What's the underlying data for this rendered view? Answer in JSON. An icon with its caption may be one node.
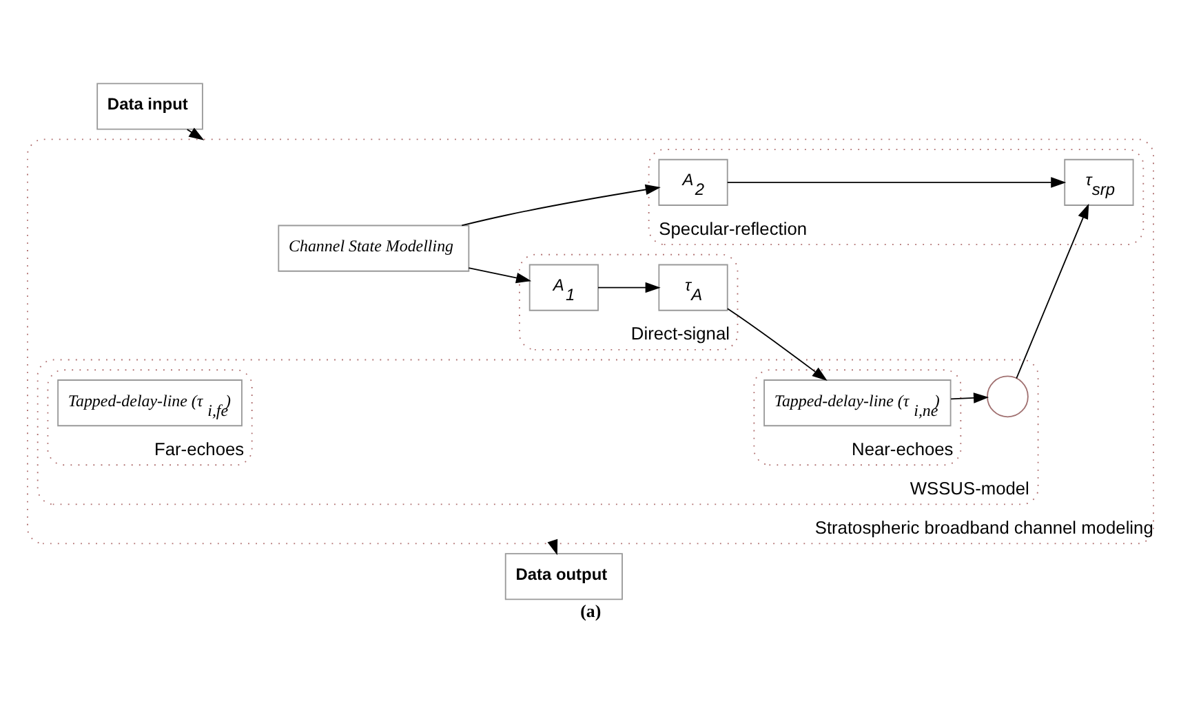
{
  "diagram": {
    "caption": "(a)",
    "nodes": [
      {
        "text": [
          "Data input"
        ]
      },
      {
        "text": [
          "Stratospheric broadband channel modeling"
        ]
      },
      {
        "text": [
          "WSSUS-model"
        ],
        "in": 1
      },
      {
        "text": [
          "Direct-signal"
        ],
        "in": 1
      },
      {
        "text": [
          "τ$_{A}$"
        ],
        "in": 3
      },
      {
        "text": [
          "A$_{1}$"
        ],
        "in": 3
      },
      {
        "text": [
          "Near-echoes"
        ],
        "in": 2
      },
      {
        "text": [
          "Tapped-delay-line (τ$_{i,ne}$)"
        ],
        "in": 6
      },
      {
        "text": [],
        "shape": "circle",
        "in": 2
      },
      {
        "text": [
          "Specular-reflection"
        ],
        "in": 1
      },
      {
        "text": [
          "τ$_{srp}$"
        ],
        "in": 9
      },
      {
        "text": [
          "A$_{2}$"
        ],
        "in": 9
      },
      {
        "text": [
          "Far-echoes"
        ],
        "in": 2
      },
      {
        "text": [
          "Tapped-delay-line (τ$_{i,fe}$)"
        ],
        "in": 12
      },
      {
        "text": [
          "Channel State Modelling"
        ],
        "in": 1
      },
      {
        "text": [
          "Data output"
        ]
      }
    ],
    "edges": [
      {
        "from": 0,
        "to": 1,
        "arrow": "to"
      },
      {
        "from": 5,
        "to": 4,
        "arrow": "to"
      },
      {
        "from": 4,
        "to": 7,
        "arrow": "to"
      },
      {
        "from": 7,
        "to": 8,
        "arrow": "to"
      },
      {
        "from": 8,
        "to": 10,
        "arrow": "to"
      },
      {
        "from": 11,
        "to": 10,
        "arrow": "to"
      },
      {
        "from": 14,
        "to": 5,
        "arrow": "to"
      },
      {
        "from": 14,
        "to": 11,
        "arrow": "to"
      },
      {
        "from": 1,
        "to": 15,
        "arrow": "to"
      }
    ]
  }
}
